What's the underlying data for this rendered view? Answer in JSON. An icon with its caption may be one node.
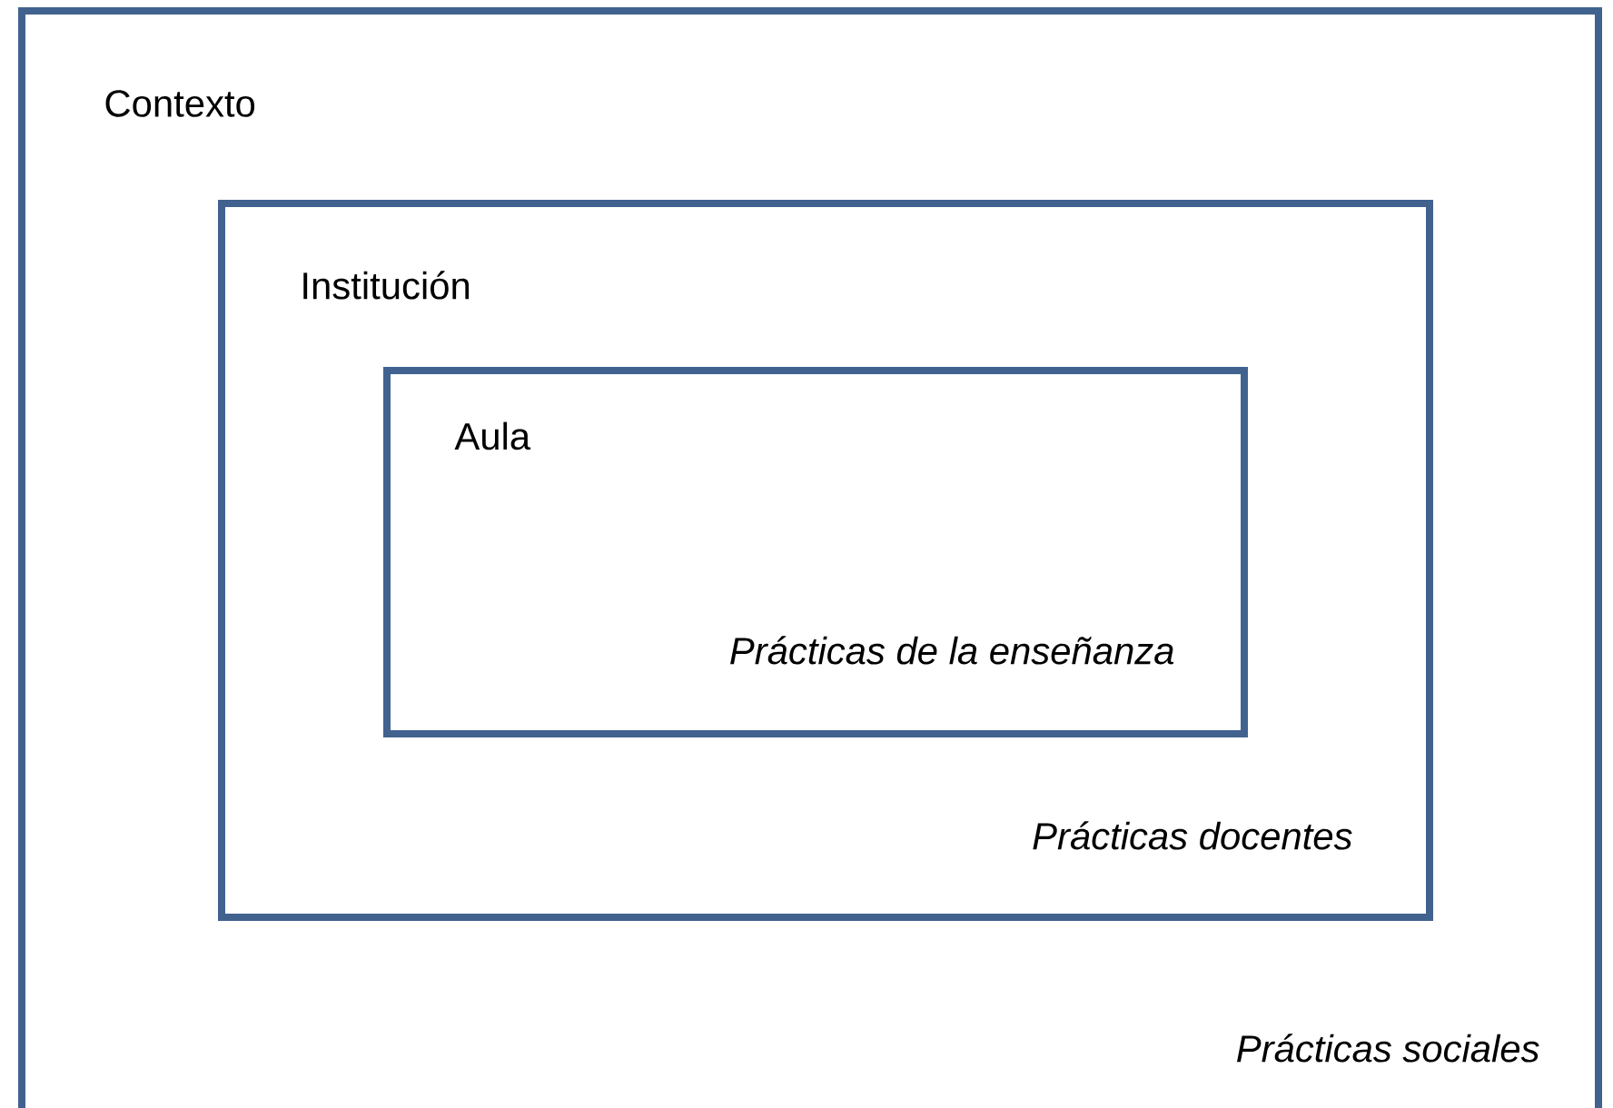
{
  "diagram": {
    "nodes": [
      {
        "text": [
          "Contexto",
          "Prácticas sociales"
        ]
      },
      {
        "text": [
          "Institución",
          "Prácticas docentes"
        ],
        "in": 0
      },
      {
        "text": [
          "Aula",
          "Prácticas de la enseñanza"
        ],
        "in": 1
      }
    ]
  }
}
